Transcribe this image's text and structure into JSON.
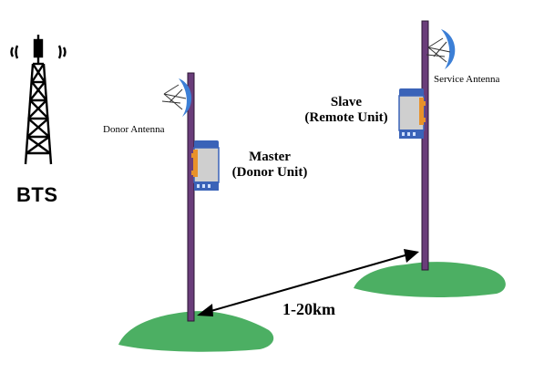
{
  "bts": {
    "label": "BTS"
  },
  "donor": {
    "antenna_label": "Donor Antenna",
    "unit_line1": "Master",
    "unit_line2": "(Donor Unit)"
  },
  "remote": {
    "antenna_label": "Service Antenna",
    "unit_line1": "Slave",
    "unit_line2": "(Remote Unit)"
  },
  "link": {
    "distance_label": "1-20km"
  },
  "colors": {
    "pole": "#6a3d7a",
    "ground": "#4caf63",
    "antenna_blue": "#3c7fd6",
    "unit_body": "#cfcfcf",
    "unit_cap": "#3a63b8",
    "unit_bracket": "#e8912a"
  },
  "icons": [
    "cell-tower-icon",
    "dish-antenna-icon",
    "repeater-unit-icon",
    "double-arrow-icon"
  ]
}
